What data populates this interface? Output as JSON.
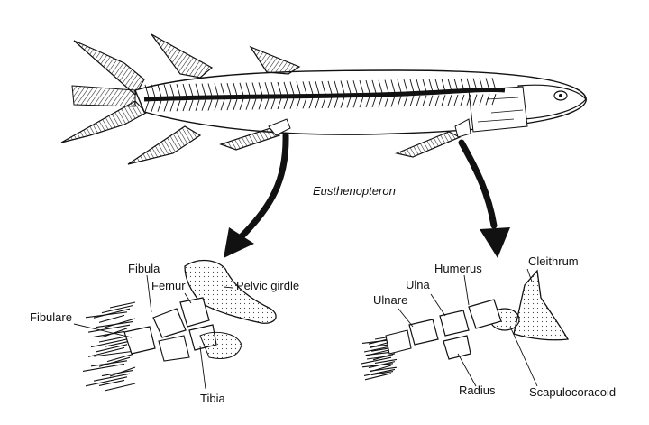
{
  "title": "Eusthenopteron",
  "pelvic_fin": {
    "labels": {
      "fibula": "Fibula",
      "femur": "Femur",
      "pelvic_girdle": "Pelvic girdle",
      "fibulare": "Fibulare",
      "tibia": "Tibia"
    }
  },
  "pectoral_fin": {
    "labels": {
      "humerus": "Humerus",
      "cleithrum": "Cleithrum",
      "ulna": "Ulna",
      "ulnare": "Ulnare",
      "radius": "Radius",
      "scapulocoracoid": "Scapulocoracoid"
    }
  },
  "colors": {
    "ink": "#111111",
    "background": "#ffffff",
    "bone_fill": "#f4f4f4"
  }
}
